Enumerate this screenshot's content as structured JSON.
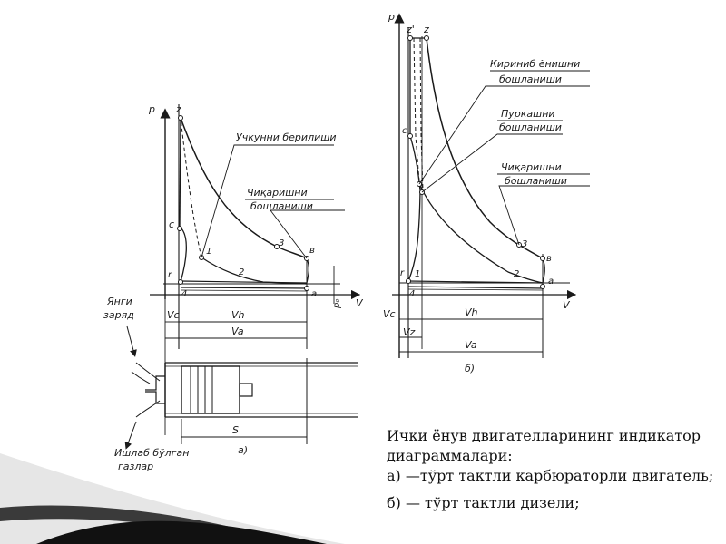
{
  "diagram_a": {
    "axis_p": "p",
    "axis_v": "V",
    "pt_z": "z",
    "pt_c": "c",
    "pt_1": "1",
    "pt_2": "2",
    "pt_3": "3",
    "pt_b": "в",
    "pt_r": "r",
    "pt_4": "4",
    "pt_a": "a",
    "p0": "p₀",
    "label_ignition": "Учкунни берилиши",
    "label_exhaust_1": "Чиқаришни",
    "label_exhaust_2": "бошланиши",
    "label_fresh_1": "Янги",
    "label_fresh_2": "заряд",
    "label_exhaust_gas_1": "Ишлаб бўлган",
    "label_exhaust_gas_2": "газлар",
    "dim_vc": "Vc",
    "dim_vh": "Vh",
    "dim_va": "Va",
    "dim_s": "S",
    "tag": "а)"
  },
  "diagram_b": {
    "axis_p": "p",
    "axis_v": "V",
    "pt_z1": "z'",
    "pt_z": "z",
    "pt_c": "c",
    "pt_1": "1",
    "pt_2": "2",
    "pt_3": "3",
    "pt_b": "в",
    "pt_r": "r",
    "pt_4": "4",
    "pt_a": "a",
    "label_intake_1": "Кириниб ёнишни",
    "label_intake_2": "бошланиши",
    "label_injection_1": "Пуркашни",
    "label_injection_2": "бошланиши",
    "label_exhaust_1": "Чиқаришни",
    "label_exhaust_2": "бошланиши",
    "dim_vc": "Vc",
    "dim_vz": "Vz",
    "dim_vh": "Vh",
    "dim_va": "Va",
    "tag": "б)"
  },
  "caption": {
    "line1": "Ички ёнув двигателларининг индикатор",
    "line2": "диаграммалари:",
    "line3": "а) —тўрт тактли карбюраторли двигатель;",
    "line4": "б) — тўрт тактли дизели;"
  }
}
